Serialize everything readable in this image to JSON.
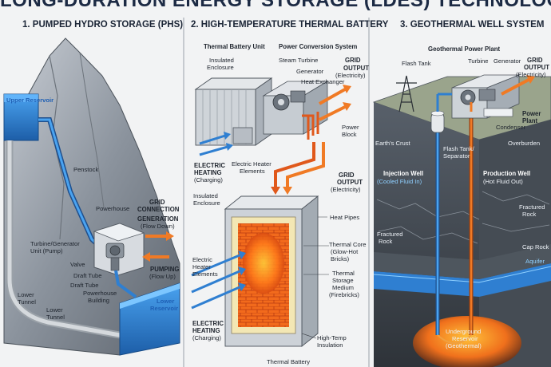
{
  "title": "LONG-DURATION ENERGY STORAGE (LDES) TECHNOLOGIES",
  "panels": [
    {
      "heading": "1. PUMPED HYDRO STORAGE (PHS)",
      "labels": {
        "upper_reservoir": "Upper Reservoir",
        "penstock": "Penstock",
        "powerhouse": "Powerhouse",
        "grid_connection": [
          "GRID",
          "CONNECTION"
        ],
        "generation": [
          "GENERATION",
          "(Flow Down)"
        ],
        "turbine_generator": [
          "Turbine/Generator",
          "Unit (Pump)"
        ],
        "valve": "Valve",
        "pumping": [
          "PUMPING",
          "(Flow Up)"
        ],
        "draft_tube_1": "Draft Tube",
        "draft_tube_2": "Draft Tube",
        "powerhouse_building": [
          "Powerhouse",
          "Building"
        ],
        "lower_tunnel_1": [
          "Lower",
          "Tunnel"
        ],
        "lower_tunnel_2": [
          "Lower",
          "Tunnel"
        ],
        "lower_reservoir": [
          "Lower",
          "Reservoir"
        ]
      }
    },
    {
      "heading": "2. HIGH-TEMPERATURE THERMAL BATTERY",
      "labels": {
        "thermal_battery_unit": "Thermal Battery Unit",
        "insulated_enclosure_top": [
          "Insulated",
          "Enclosure"
        ],
        "power_conversion_system": "Power Conversion System",
        "steam_turbine": "Steam Turbine",
        "generator": "Generator",
        "heat_exchanger": "Heat Exchanger",
        "grid_output_top": [
          "GRID",
          "OUTPUT",
          "(Electricity)"
        ],
        "power_block": [
          "Power",
          "Block"
        ],
        "electric_heating_top": [
          "ELECTRIC",
          "HEATING",
          "(Charging)"
        ],
        "electric_heater_elements_top": [
          "Electric Heater",
          "Elements"
        ],
        "grid_output_mid": [
          "GRID",
          "OUTPUT",
          "(Electricity)"
        ],
        "insulated_enclosure_mid": [
          "Insulated",
          "Enclosure"
        ],
        "heat_pipes": "Heat Pipes",
        "thermal_core": [
          "Thermal Core",
          "(Glow-Hot",
          "Bricks)"
        ],
        "electric_heater_elements_mid": [
          "Electric",
          "Heater",
          "Elements"
        ],
        "thermal_storage_medium": [
          "Thermal",
          "Storage",
          "Medium",
          "(Firebricks)"
        ],
        "electric_heating_bottom": [
          "ELECTRIC",
          "HEATING",
          "(Charging)"
        ],
        "high_temp_insulation": [
          "High-Temp",
          "Insulation"
        ],
        "thermal_battery_bottom": "Thermal Battery"
      }
    },
    {
      "heading": "3. GEOTHERMAL WELL SYSTEM",
      "labels": {
        "geothermal_power_plant": "Geothermal Power Plant",
        "flash_tank": "Flash Tank",
        "turbine": "Turbine",
        "generator": "Generator",
        "grid_output": [
          "GRID",
          "OUTPUT",
          "(Electricity)"
        ],
        "power_plant": [
          "Power",
          "Plant"
        ],
        "condenser": "Condenser",
        "earths_crust": "Earth's Crust",
        "flash_tank_separator": [
          "Flash Tank/",
          "Separator"
        ],
        "overburden": "Overburden",
        "injection_well": [
          "Injection Well",
          "(Cooled Fluid In)"
        ],
        "production_well": [
          "Production Well",
          "(Hot Fluid Out)"
        ],
        "fractured_rock_left": [
          "Fractured",
          "Rock"
        ],
        "fractured_rock_right": [
          "Fractured",
          "Rock"
        ],
        "cap_rock": "Cap Rock",
        "aquifer": "Aquifer",
        "underground_reservoir": [
          "Underground",
          "Reservoir",
          "(Geothermal)"
        ]
      }
    }
  ],
  "colors": {
    "water": "#2f7fd1",
    "hot": "#f07a25",
    "navy": "#1c2a44",
    "ground": "#3c4249"
  },
  "icons": [
    "mountain-icon",
    "reservoir-icon",
    "turbine-icon",
    "transmission-tower-icon",
    "brick-core-icon",
    "heat-arrow-icon",
    "well-pipe-icon"
  ]
}
